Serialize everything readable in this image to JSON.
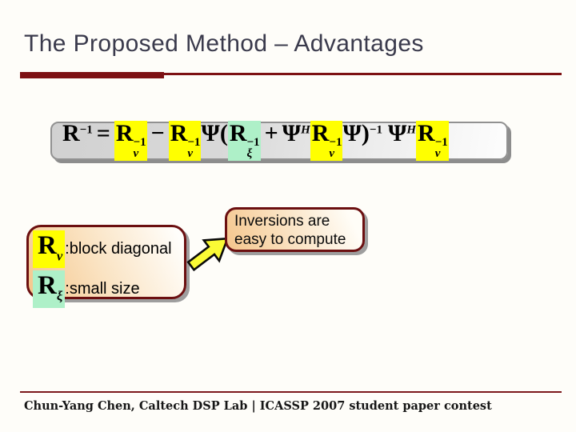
{
  "slide": {
    "title": "The Proposed Method – Advantages",
    "footer": "Chun-Yang Chen, Caltech DSP Lab | ICASSP 2007 student paper contest"
  },
  "formula": {
    "R": "R",
    "Psi": "Ψ",
    "neg1": "−1",
    "sub_v": "v",
    "sub_xi": "ξ",
    "sup_H": "H",
    "equals": "=",
    "minus": "−",
    "plus": "+",
    "lparen": "(",
    "rparen": ")"
  },
  "notes": {
    "rv_label": ":block diagonal",
    "rxi_label": ":small size"
  },
  "callout": {
    "line1": "Inversions are",
    "line2": "easy to compute"
  },
  "colors": {
    "accent_maroon": "#7d1113",
    "box_border_maroon": "#6b0f10",
    "highlight_yellow": "#ffff00",
    "highlight_green": "#aef0c8",
    "title_text": "#3a3a4c",
    "arrow_yellow": "#fafa35"
  }
}
